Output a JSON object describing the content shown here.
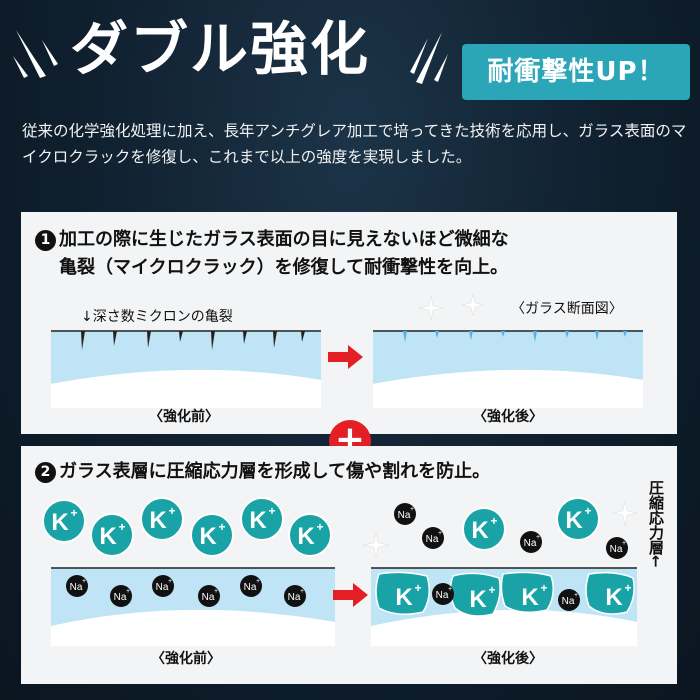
{
  "header": {
    "title": "ダブル強化",
    "badge": "耐衝撃性UP！"
  },
  "intro": "従来の化学強化処理に加え、長年アンチグレア加工で培ってきた技術を応用し、ガラス表面のマイクロクラックを修復し、これまで以上の強度を実現しました。",
  "section1": {
    "number": "1",
    "line1": "加工の際に生じたガラス表面の目に見えないほど微細な",
    "line2": "亀裂（マイクロクラック）を修復して耐衝撃性を向上。",
    "crack_note": "↓深さ数ミクロンの亀裂",
    "figure_label": "〈ガラス断面図〉",
    "before_caption": "〈強化前〉",
    "after_caption": "〈強化後〉"
  },
  "plus": "+",
  "section2": {
    "number": "2",
    "line1": "ガラス表層に圧縮応力層を形成して傷や割れを防止。",
    "side_label": "圧縮応力層←",
    "before_caption": "〈強化前〉",
    "after_caption": "〈強化後〉",
    "ion_k": "K",
    "ion_na": "Na",
    "ion_charge": "+"
  },
  "colors": {
    "accent": "#2aa6b8",
    "ion_k": "#1aa3a6",
    "glass": "#bfe4f5",
    "arrow": "#e31e24"
  }
}
